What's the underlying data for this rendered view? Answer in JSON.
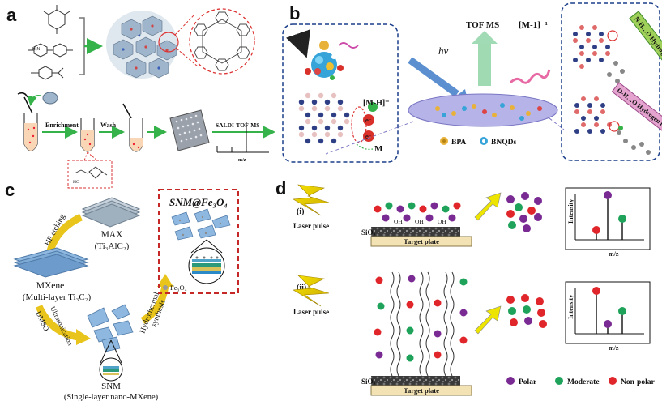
{
  "panel_labels": {
    "a": "a",
    "b": "b",
    "c": "c",
    "d": "d"
  },
  "panel_a": {
    "enrichment": "Enrichment",
    "wash": "Wash",
    "saldi": "SALDI-TOF-MS",
    "mz": "m/z"
  },
  "panel_b": {
    "hv": "hv",
    "tof_ms": "TOF MS",
    "m_minus_1": "[M-1]⁻¹",
    "m_minus_h": "[M-H]⁻",
    "m_label": "M",
    "bpa": "BPA",
    "bnqds": "BNQDs",
    "nh_o": "N-H…O Hydrogen bond",
    "oh_o": "O-H…O Hydrogen bond",
    "electron": "e⁻"
  },
  "panel_c": {
    "max_1": "MAX",
    "max_2": "(Ti₃AlC₂)",
    "hf": "HF etching",
    "mxene_1": "MXene",
    "mxene_2": "(Multi-layer Ti₃C₂)",
    "dmso": "DMSO",
    "ultra": "Ultrasonication",
    "hydro_1": "Hydrothermal",
    "hydro_2": "synthesis",
    "snm": "SNM",
    "snm_full": "(Single-layer nano-MXene)",
    "box_title": "SNM@Fe₃O₄",
    "fe3o4": "Fe₃O₄"
  },
  "panel_d": {
    "i": "(i)",
    "ii": "(ii)",
    "laser": "Laser pulse",
    "sio2": "SiO₂",
    "target": "Target plate",
    "oh": "OH",
    "intensity": "Intensity",
    "mz": "m/z",
    "polar": "Polar",
    "moderate": "Moderate",
    "nonpolar": "Non-polar"
  },
  "colors": {
    "polar": "#7a2a93",
    "moderate": "#1fa35b",
    "nonpolar": "#e0262a",
    "arrow_green": "#35b24a",
    "arrow_yellow": "#e9c41b",
    "dash_blue": "#1b3f8a",
    "dash_red": "#c62828",
    "substrate": "#f3e2b3"
  }
}
